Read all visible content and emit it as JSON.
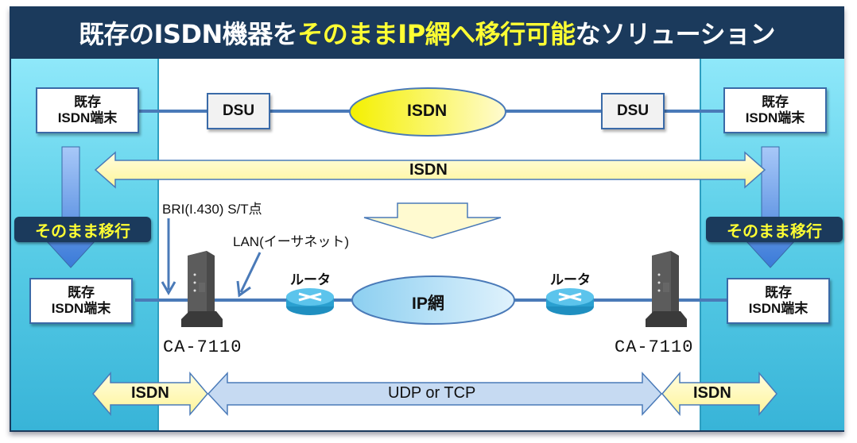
{
  "title": {
    "part1": "既存のISDN機器を",
    "part2": "そのままIP網へ移行可能",
    "part3": "なソリューション"
  },
  "colors": {
    "title_bg": "#1b3a5c",
    "title_highlight": "#ffff33",
    "side_panel": "#5ccfe8",
    "line": "#4a7ab8",
    "isdn_yellow": "#ffff99",
    "ip_blue": "#bfe4f8"
  },
  "top_row": {
    "left_terminal": {
      "line1": "既存",
      "line2": "ISDN端末"
    },
    "left_dsu": "DSU",
    "network": "ISDN",
    "right_dsu": "DSU",
    "right_terminal": {
      "line1": "既存",
      "line2": "ISDN端末"
    }
  },
  "isdn_span_arrow": "ISDN",
  "migrate_badge_left": "そのまま移行",
  "migrate_badge_right": "そのまま移行",
  "annotations": {
    "bri": "BRI(I.430) S/T点",
    "lan": "LAN(イーサネット)"
  },
  "bottom_row": {
    "left_terminal": {
      "line1": "既存",
      "line2": "ISDN端末"
    },
    "left_device": "CA-7110",
    "left_router": "ルータ",
    "network": "IP網",
    "right_router": "ルータ",
    "right_device": "CA-7110",
    "right_terminal": {
      "line1": "既存",
      "line2": "ISDN端末"
    }
  },
  "protocol_arrows": {
    "left": "ISDN",
    "middle": "UDP or TCP",
    "right": "ISDN"
  }
}
